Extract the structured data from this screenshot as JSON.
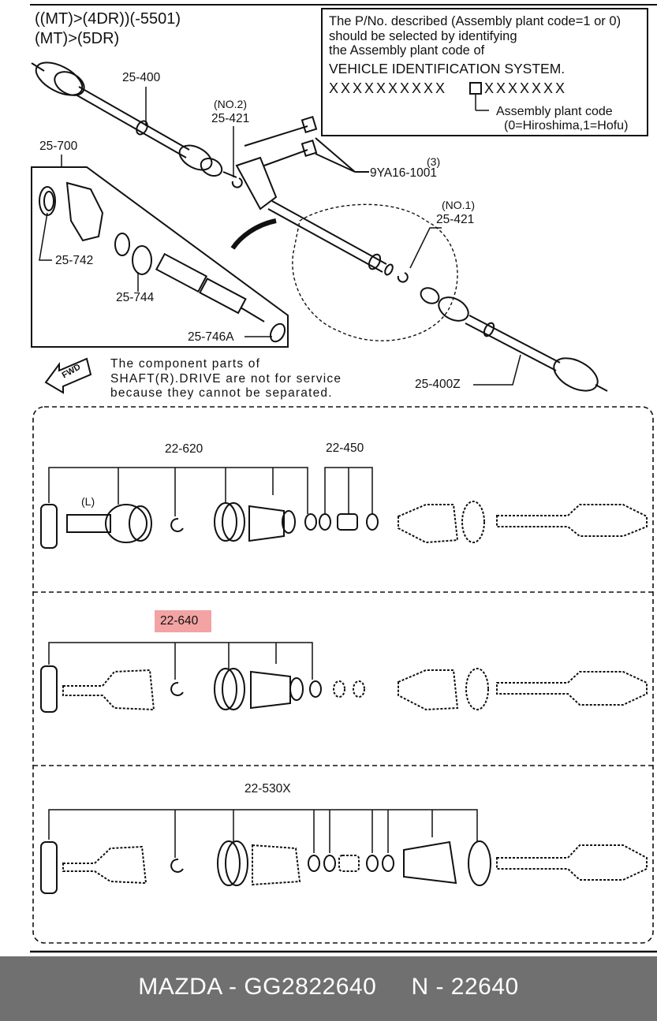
{
  "title_lines": [
    "((MT)>(4DR))(-5501)",
    "(MT)>(5DR)"
  ],
  "note_box": {
    "lines": [
      "The P/No. described (Assembly plant code=1 or 0)",
      "should be selected by identifying",
      "the Assembly plant code of",
      "VEHICLE IDENTIFICATION SYSTEM."
    ],
    "code_left": "XXXXXXXXXX",
    "code_right": "XXXXXXX",
    "code_label": "Assembly plant code",
    "code_values": "(0=Hiroshima,1=Hofu)"
  },
  "callouts": {
    "p25_400": "25-400",
    "p25_421_top_qty": "(NO.2)",
    "p25_421_top": "25-421",
    "p9ya16_qty": "(3)",
    "p9ya16": "9YA16-1001",
    "p25_700": "25-700",
    "p25_421_right_qty": "(NO.1)",
    "p25_421_right": "25-421",
    "p25_742": "25-742",
    "p25_744": "25-744",
    "p25_746a": "25-746A",
    "p25_400z": "25-400Z",
    "fwd": "FWD"
  },
  "service_note": [
    "The component parts of",
    "SHAFT(R).DRIVE are not for service",
    "because they cannot be separated."
  ],
  "kits": {
    "kit1_label": "22-620",
    "kit1_side": "(L)",
    "kit1_label2": "22-450",
    "kit2_label": "22-640",
    "kit3_label": "22-530X"
  },
  "highlight_color": "#f3a3a3",
  "footer": {
    "brand": "MAZDA",
    "part_number": "GG2822640",
    "ref": "N - 22640"
  }
}
